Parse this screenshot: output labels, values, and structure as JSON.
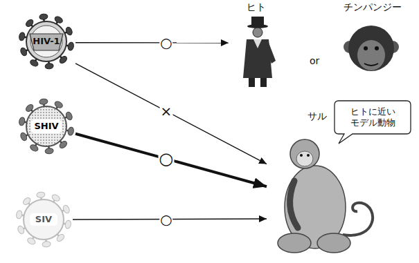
{
  "diagram": {
    "nodes": [
      {
        "text": [
          "HIV-1"
        ]
      },
      {
        "text": [
          "ヒト"
        ]
      },
      {
        "text": [
          "チンパンジー"
        ]
      },
      {
        "text": [
          "SHIV"
        ]
      },
      {
        "text": [
          "サル"
        ]
      },
      {
        "text": [
          "SIV"
        ]
      },
      {
        "text": [
          "ヒトに近い モデル動物"
        ]
      }
    ],
    "edges": [
      {
        "from": 0,
        "to": 1,
        "arrow": "to",
        "label": "○"
      },
      {
        "from": 0,
        "to": 4,
        "arrow": "to",
        "label": "×"
      },
      {
        "from": 3,
        "to": 4,
        "arrow": "to",
        "label": "○"
      },
      {
        "from": 5,
        "to": 4,
        "arrow": "to",
        "label": "○"
      }
    ],
    "labels": [
      "or"
    ]
  }
}
